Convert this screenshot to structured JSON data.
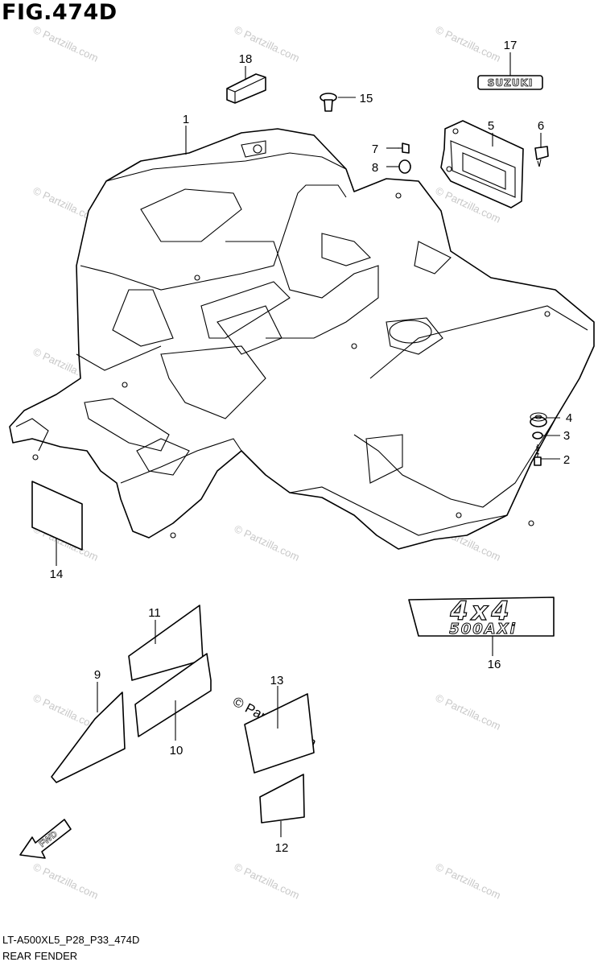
{
  "figure": {
    "title": "FIG.474D",
    "drawing_code": "LT-A500XL5_P28_P33_474D",
    "caption": "REAR FENDER"
  },
  "watermark": {
    "text": "© Partzilla.com",
    "center_text": "© Partzilla.com"
  },
  "decal_text": {
    "emblem_17": "SUZUKI",
    "emblem_16_top": "4x4",
    "emblem_16_bottom": "500AXi"
  },
  "fwd_arrow_label": "FWD",
  "callouts": {
    "c1": "1",
    "c2": "2",
    "c3": "3",
    "c4": "4",
    "c5": "5",
    "c6": "6",
    "c7": "7",
    "c8": "8",
    "c9": "9",
    "c10": "10",
    "c11": "11",
    "c12": "12",
    "c13": "13",
    "c14": "14",
    "c15": "15",
    "c16": "16",
    "c17": "17",
    "c18": "18"
  }
}
